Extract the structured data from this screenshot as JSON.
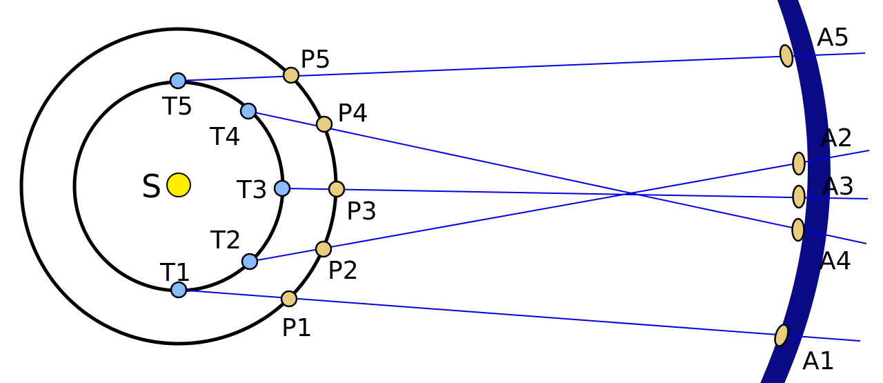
{
  "sun": {
    "label": "S",
    "color": "#ffee00"
  },
  "colors": {
    "line": "#0000dd",
    "earth": "#88bbff",
    "planet": "#e8cd80",
    "band": "#0a0a85",
    "orbit": "#000000"
  },
  "earth_positions": [
    {
      "label": "T1"
    },
    {
      "label": "T2"
    },
    {
      "label": "T3"
    },
    {
      "label": "T4"
    },
    {
      "label": "T5"
    }
  ],
  "planet_positions": [
    {
      "label": "P1"
    },
    {
      "label": "P2"
    },
    {
      "label": "P3"
    },
    {
      "label": "P4"
    },
    {
      "label": "P5"
    }
  ],
  "apparent_positions": [
    {
      "label": "A1"
    },
    {
      "label": "A2"
    },
    {
      "label": "A3"
    },
    {
      "label": "A4"
    },
    {
      "label": "A5"
    }
  ]
}
